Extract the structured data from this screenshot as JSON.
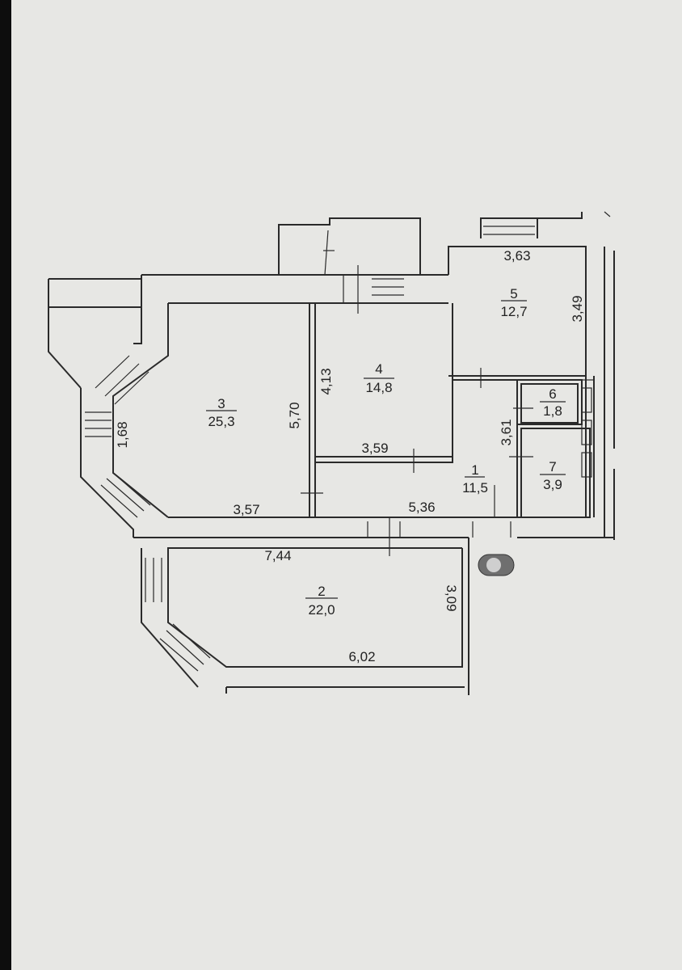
{
  "rooms": [
    {
      "number": "1",
      "area": "11,5"
    },
    {
      "number": "2",
      "area": "22,0"
    },
    {
      "number": "3",
      "area": "25,3"
    },
    {
      "number": "4",
      "area": "14,8"
    },
    {
      "number": "5",
      "area": "12,7"
    },
    {
      "number": "6",
      "area": "1,8"
    },
    {
      "number": "7",
      "area": "3,9"
    }
  ],
  "dimensions": {
    "r5_width": "3,63",
    "r5_depth": "3,49",
    "r4_depth": "4,13",
    "r4_width": "3,59",
    "r3_depth": "5,70",
    "r3_width": "3,57",
    "r3_bay": "1,68",
    "r1_width": "5,36",
    "r1_depth": "3,61",
    "r2_width_top": "7,44",
    "r2_width_bottom": "6,02",
    "r2_depth": "3,09"
  },
  "colors": {
    "line": "#2a2a2a",
    "paper": "#e7e7e4",
    "edge": "#0d0d0d"
  }
}
